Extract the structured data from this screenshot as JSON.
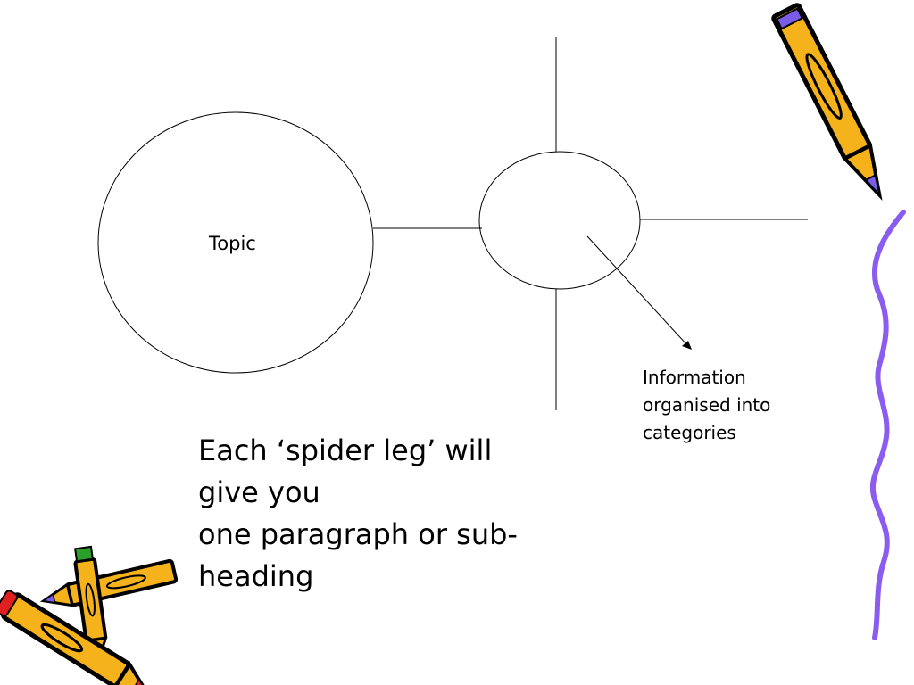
{
  "diagram": {
    "topic_label": "Topic",
    "annotation_lines": [
      "Information",
      "organised into",
      "categories"
    ],
    "caption_lines": [
      "Each ‘spider leg’ will",
      "give you",
      "one paragraph or sub-",
      "heading"
    ]
  },
  "decorations": {
    "pencil_icon": "pencil-icon",
    "squiggle_line": "wavy-line",
    "colors": {
      "pencil_body": "#f5b21b",
      "pencil_outline": "#000000",
      "pencil_tip_violet": "#7b5ce6",
      "pencil_tip_red": "#e02020",
      "pencil_tip_green": "#2aa02a",
      "squiggle": "#8a5cf0"
    }
  }
}
